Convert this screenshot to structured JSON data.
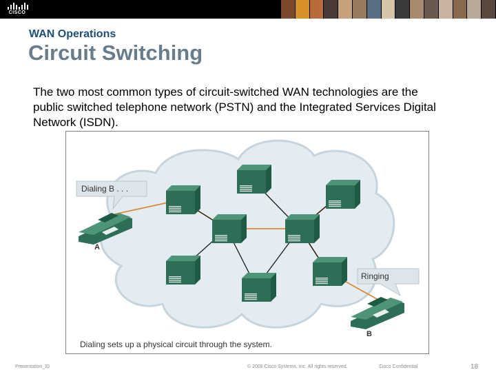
{
  "header": {
    "logo_text": "CISCO",
    "photo_colors": [
      "#7a4a2a",
      "#d9902a",
      "#b86c3a",
      "#4a3a36",
      "#c6a27a",
      "#9a7a5e",
      "#5a6e84",
      "#d6c4a8",
      "#3a3a3a",
      "#a88a6e",
      "#6a5a4e",
      "#c8b4a0",
      "#8a6a4e",
      "#b8a89a",
      "#58483e"
    ]
  },
  "slide": {
    "subtitle": "WAN Operations",
    "title": "Circuit Switching",
    "body": "The two most common types of circuit-switched WAN technologies are the public switched telephone network (PSTN) and the Integrated Services Digital Network (ISDN)."
  },
  "diagram": {
    "callout_a": "Dialing B . . .",
    "callout_b": "Ringing",
    "phone_a_label": "A",
    "phone_b_label": "B",
    "caption": "Dialing sets up a physical circuit through the system.",
    "colors": {
      "cloud": "#e4ecf2",
      "cloud_edge": "#c6d4de",
      "switch_top": "#4e9478",
      "switch_front": "#2e6e56",
      "switch_side": "#1f5a44",
      "circuit_line": "#d98a3a",
      "link_line": "#1a1a1a",
      "callout": "#dde5ea"
    }
  },
  "footer": {
    "presentation_id": "Presentation_ID",
    "copyright": "© 2008 Cisco Systems, Inc. All rights reserved.",
    "confidential": "Cisco Confidential",
    "page_number": "18"
  }
}
